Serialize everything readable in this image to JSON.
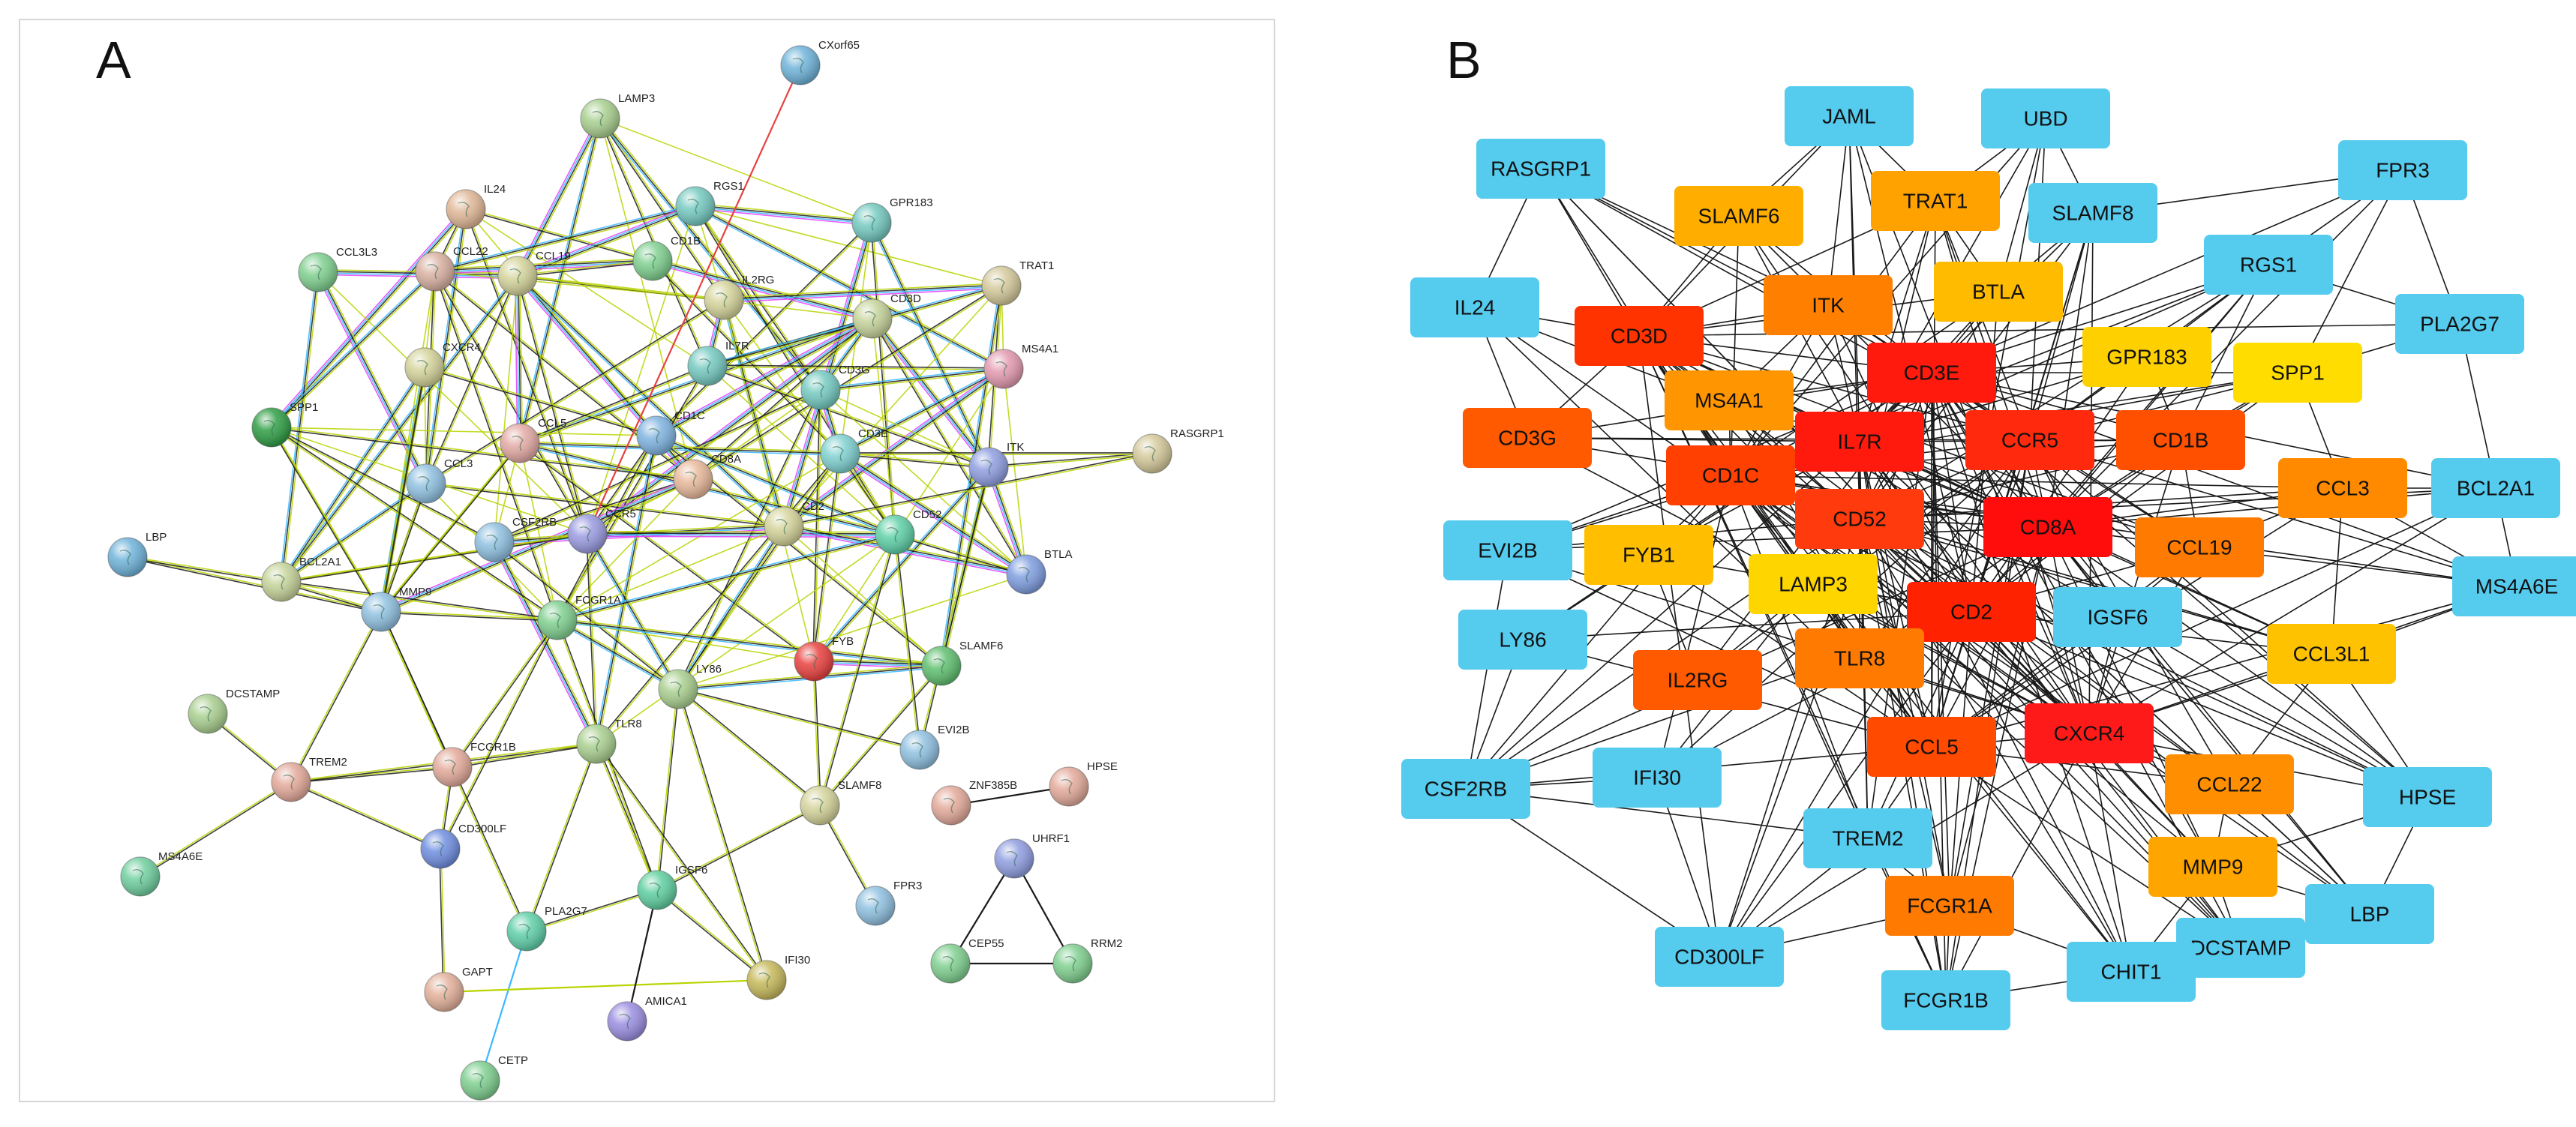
{
  "panels": [
    {
      "letter": "A"
    },
    {
      "letter": "B"
    }
  ],
  "panelA": {
    "nodes": [
      {
        "id": "CXorf65",
        "color": "#6fb3d9"
      },
      {
        "id": "LAMP3",
        "color": "#a9cf8f"
      },
      {
        "id": "IL24",
        "color": "#e0b796"
      },
      {
        "id": "RGS1",
        "color": "#74c9c0"
      },
      {
        "id": "GPR183",
        "color": "#74c9c0"
      },
      {
        "id": "CCL3L3",
        "color": "#7fcf8f"
      },
      {
        "id": "CCL22",
        "color": "#d8b0a0"
      },
      {
        "id": "CCL19",
        "color": "#d4d39a"
      },
      {
        "id": "CD1B",
        "color": "#7fcf8f"
      },
      {
        "id": "IL2RG",
        "color": "#d4d39a"
      },
      {
        "id": "CD3D",
        "color": "#c6d39a"
      },
      {
        "id": "TRAT1",
        "color": "#d4c89a"
      },
      {
        "id": "MS4A1",
        "color": "#e39ab0"
      },
      {
        "id": "CXCR4",
        "color": "#d4d39a"
      },
      {
        "id": "IL7R",
        "color": "#74c9c0"
      },
      {
        "id": "CD3G",
        "color": "#74c9c0"
      },
      {
        "id": "SPP1",
        "color": "#2f9e45"
      },
      {
        "id": "CCL5",
        "color": "#e3a9a4"
      },
      {
        "id": "CD1C",
        "color": "#7fb3e0"
      },
      {
        "id": "CD3E",
        "color": "#7fd0d0"
      },
      {
        "id": "ITK",
        "color": "#8f9ee0"
      },
      {
        "id": "RASGRP1",
        "color": "#d4c89a"
      },
      {
        "id": "CCL3",
        "color": "#8fc0e0"
      },
      {
        "id": "CD8A",
        "color": "#e8b89a"
      },
      {
        "id": "CSF2RB",
        "color": "#8fc0e0"
      },
      {
        "id": "CCR5",
        "color": "#9a9ae0"
      },
      {
        "id": "CD2",
        "color": "#d4d39a"
      },
      {
        "id": "CD52",
        "color": "#5fd0a8"
      },
      {
        "id": "LBP",
        "color": "#6fb3d9"
      },
      {
        "id": "BCL2A1",
        "color": "#c6d39a"
      },
      {
        "id": "MMP9",
        "color": "#8fc0e0"
      },
      {
        "id": "FCGR1A",
        "color": "#7fcf8f"
      },
      {
        "id": "BTLA",
        "color": "#7f9ee0"
      },
      {
        "id": "FYB",
        "color": "#e8413f"
      },
      {
        "id": "LY86",
        "color": "#a9cf8f"
      },
      {
        "id": "SLAMF6",
        "color": "#5fbf6f"
      },
      {
        "id": "DCSTAMP",
        "color": "#a9cf8f"
      },
      {
        "id": "TREM2",
        "color": "#e3a99a"
      },
      {
        "id": "FCGR1B",
        "color": "#e3a99a"
      },
      {
        "id": "TLR8",
        "color": "#a9cf8f"
      },
      {
        "id": "EVI2B",
        "color": "#8fc0e0"
      },
      {
        "id": "ZNF385B",
        "color": "#e3a99a"
      },
      {
        "id": "HPSE",
        "color": "#e3a99a"
      },
      {
        "id": "CD300LF",
        "color": "#6f8ee0"
      },
      {
        "id": "SLAMF8",
        "color": "#d4d39a"
      },
      {
        "id": "MS4A6E",
        "color": "#6fcf9f"
      },
      {
        "id": "IGSF6",
        "color": "#5fcf9f"
      },
      {
        "id": "UHRF1",
        "color": "#8f9ee0"
      },
      {
        "id": "FPR3",
        "color": "#8fc0e0"
      },
      {
        "id": "PLA2G7",
        "color": "#5fcfa8"
      },
      {
        "id": "CEP55",
        "color": "#7fcf8f"
      },
      {
        "id": "RRM2",
        "color": "#7fcf8f"
      },
      {
        "id": "GAPT",
        "color": "#e3b09a"
      },
      {
        "id": "IFI30",
        "color": "#c6b85a"
      },
      {
        "id": "AMICA1",
        "color": "#9a8ee0"
      },
      {
        "id": "CETP",
        "color": "#7fcf8f"
      }
    ],
    "edge_colors": [
      "#b8d400",
      "#1a1a1a",
      "#3ab8ff",
      "#e040fb",
      "#ff4040",
      "#7070ff",
      "#2a9fa0"
    ],
    "special_edges": [
      [
        "ZNF385B",
        "HPSE"
      ],
      [
        "UHRF1",
        "CEP55"
      ],
      [
        "UHRF1",
        "RRM2"
      ],
      [
        "CEP55",
        "RRM2"
      ],
      [
        "PLA2G7",
        "CETP"
      ],
      [
        "GAPT",
        "IFI30"
      ],
      [
        "IGSF6",
        "AMICA1"
      ],
      [
        "CXorf65",
        "CCR5"
      ]
    ]
  },
  "panelB": {
    "nodes": [
      {
        "id": "JAML",
        "color": "#55cbee"
      },
      {
        "id": "UBD",
        "color": "#55cbee"
      },
      {
        "id": "RASGRP1",
        "color": "#55cbee"
      },
      {
        "id": "FPR3",
        "color": "#55cbee"
      },
      {
        "id": "TRAT1",
        "color": "#ffa200"
      },
      {
        "id": "SLAMF6",
        "color": "#ffae00"
      },
      {
        "id": "SLAMF8",
        "color": "#55cbee"
      },
      {
        "id": "RGS1",
        "color": "#55cbee"
      },
      {
        "id": "IL24",
        "color": "#55cbee"
      },
      {
        "id": "ITK",
        "color": "#ff7f00"
      },
      {
        "id": "BTLA",
        "color": "#ffbb00"
      },
      {
        "id": "PLA2G7",
        "color": "#55cbee"
      },
      {
        "id": "CD3D",
        "color": "#ff3300"
      },
      {
        "id": "CD3E",
        "color": "#ff1a0d"
      },
      {
        "id": "GPR183",
        "color": "#ffd000"
      },
      {
        "id": "SPP1",
        "color": "#ffdd00"
      },
      {
        "id": "MS4A1",
        "color": "#ff9500"
      },
      {
        "id": "CD3G",
        "color": "#ff5a00"
      },
      {
        "id": "IL7R",
        "color": "#ff1a0d"
      },
      {
        "id": "CCR5",
        "color": "#ff2a0d"
      },
      {
        "id": "CD1B",
        "color": "#ff5000"
      },
      {
        "id": "CCL3",
        "color": "#ff8a00"
      },
      {
        "id": "BCL2A1",
        "color": "#55cbee"
      },
      {
        "id": "CD1C",
        "color": "#ff4000"
      },
      {
        "id": "CD52",
        "color": "#ff3a0d"
      },
      {
        "id": "CD8A",
        "color": "#ff0d0d"
      },
      {
        "id": "EVI2B",
        "color": "#55cbee"
      },
      {
        "id": "FYB1",
        "color": "#ffbf00"
      },
      {
        "id": "LAMP3",
        "color": "#ffd500"
      },
      {
        "id": "CCL19",
        "color": "#ff7a00"
      },
      {
        "id": "MS4A6E",
        "color": "#55cbee"
      },
      {
        "id": "LY86",
        "color": "#55cbee"
      },
      {
        "id": "CD2",
        "color": "#ff2200"
      },
      {
        "id": "IGSF6",
        "color": "#55cbee"
      },
      {
        "id": "CCL3L1",
        "color": "#ffc200"
      },
      {
        "id": "IL2RG",
        "color": "#ff5a00"
      },
      {
        "id": "TLR8",
        "color": "#ff7a00"
      },
      {
        "id": "CCL5",
        "color": "#ff4a00"
      },
      {
        "id": "CXCR4",
        "color": "#ff1a1a"
      },
      {
        "id": "CSF2RB",
        "color": "#55cbee"
      },
      {
        "id": "IFI30",
        "color": "#55cbee"
      },
      {
        "id": "CCL22",
        "color": "#ff8f00"
      },
      {
        "id": "HPSE",
        "color": "#55cbee"
      },
      {
        "id": "TREM2",
        "color": "#55cbee"
      },
      {
        "id": "MMP9",
        "color": "#ffa500"
      },
      {
        "id": "FCGR1A",
        "color": "#ff7a00"
      },
      {
        "id": "LBP",
        "color": "#55cbee"
      },
      {
        "id": "CD300LF",
        "color": "#55cbee"
      },
      {
        "id": "DCSTAMP",
        "color": "#55cbee"
      },
      {
        "id": "CHIT1",
        "color": "#55cbee"
      },
      {
        "id": "FCGR1B",
        "color": "#55cbee"
      }
    ],
    "hub_nodes": [
      "CD8A",
      "IL7R",
      "CD3E",
      "CCR5",
      "CD2",
      "CXCR4",
      "CD52",
      "CD1C",
      "CD3D",
      "CCL5"
    ]
  }
}
